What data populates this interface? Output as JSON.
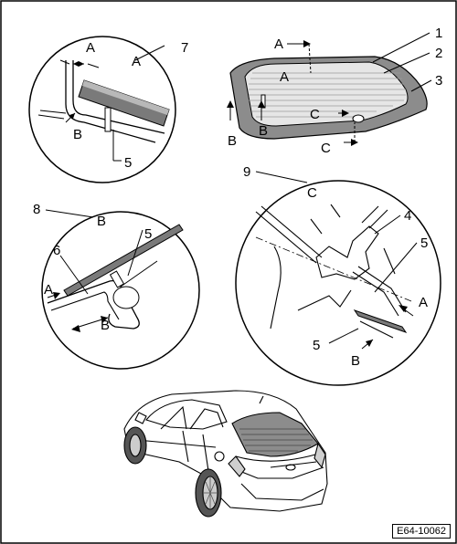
{
  "figure_ref": "E64-10062",
  "callouts": {
    "n1": "1",
    "n2": "2",
    "n3": "3",
    "n4": "4",
    "n5": "5",
    "n6": "6",
    "n7": "7",
    "n8": "8",
    "n9": "9"
  },
  "section_letters": {
    "a": "A",
    "b": "B",
    "c": "C"
  }
}
